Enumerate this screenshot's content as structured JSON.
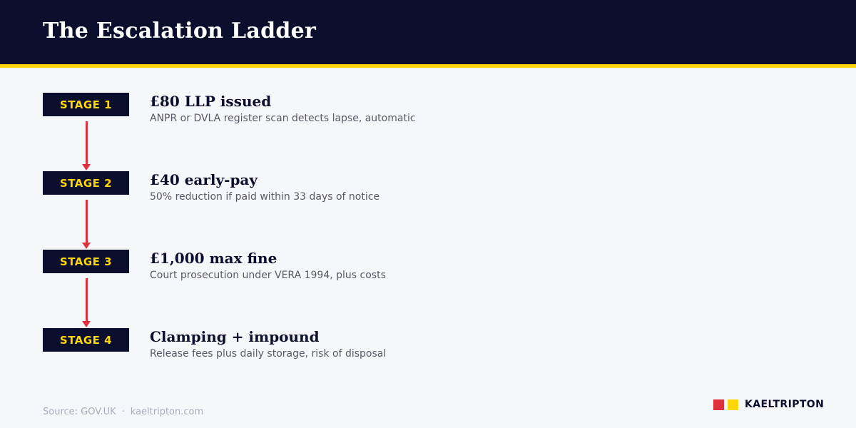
{
  "header": {
    "title": "The Escalation Ladder"
  },
  "stages": [
    {
      "badge": "STAGE 1",
      "title": "£80 LLP issued",
      "description": "ANPR or DVLA register scan detects lapse, automatic"
    },
    {
      "badge": "STAGE 2",
      "title": "£40 early-pay",
      "description": "50% reduction if paid within 33 days of notice"
    },
    {
      "badge": "STAGE 3",
      "title": "£1,000 max fine",
      "description": "Court prosecution under VERA 1994, plus costs"
    },
    {
      "badge": "STAGE 4",
      "title": "Clamping + impound",
      "description": "Release fees plus daily storage, risk of disposal"
    }
  ],
  "footer": {
    "source": "Source: GOV.UK",
    "separator": "·",
    "site": "kaeltripton.com"
  },
  "brand": {
    "name": "KAELTRIPTON"
  },
  "colors": {
    "navy": "#0b0e2c",
    "yellow": "#ffd60a",
    "red": "#e0303c",
    "background": "#f6f7fb"
  }
}
